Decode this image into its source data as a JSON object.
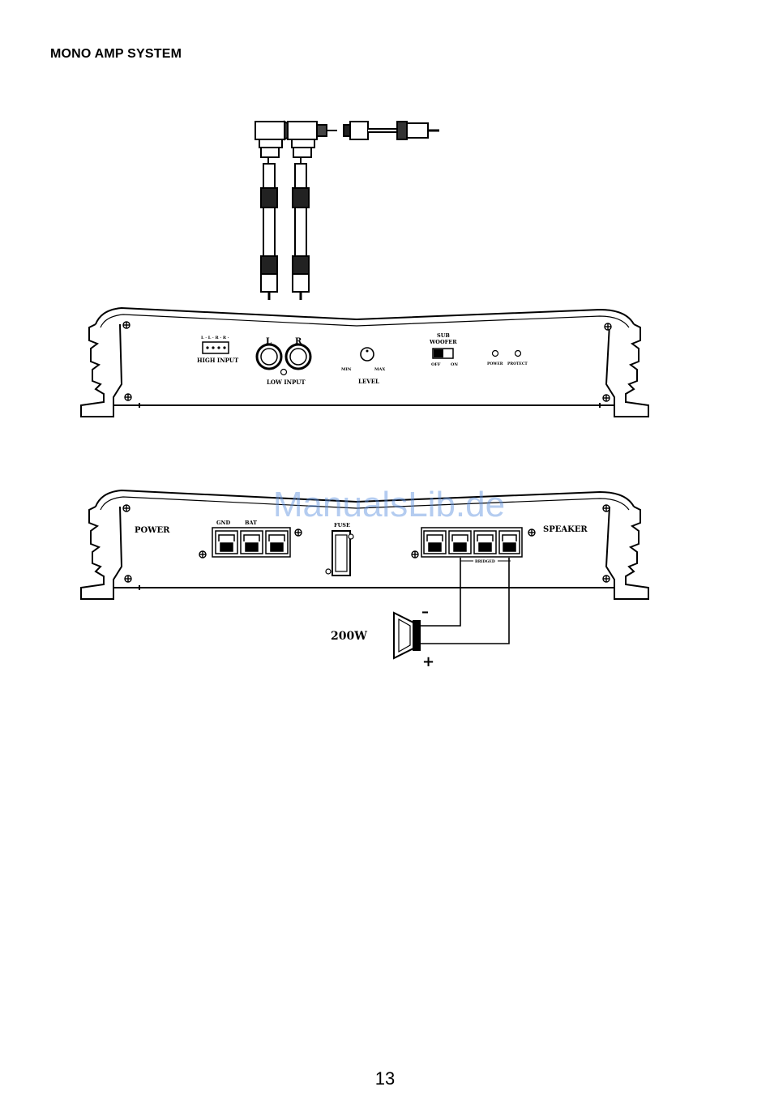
{
  "page": {
    "title": "MONO AMP SYSTEM",
    "page_number": "13",
    "watermark": "ManualsLib.de"
  },
  "front_panel": {
    "high_input_pins": "L · L · R · R ·",
    "high_input": "HIGH INPUT",
    "channel_l": "L",
    "channel_r": "R",
    "low_input": "LOW INPUT",
    "level_min": "MIN",
    "level_max": "MAX",
    "level": "LEVEL",
    "sub_woofer_line1": "SUB",
    "sub_woofer_line2": "WOOFER",
    "switch_off": "OFF",
    "switch_on": "ON",
    "led_power": "POWER",
    "led_protect": "PROTECT"
  },
  "rear_panel": {
    "power": "POWER",
    "gnd": "GND",
    "bat": "BAT",
    "fuse": "FUSE",
    "speaker": "SPEAKER",
    "bridged": "BRIDGED"
  },
  "speaker_hookup": {
    "wattage": "200W",
    "minus": "–",
    "plus": "+"
  }
}
